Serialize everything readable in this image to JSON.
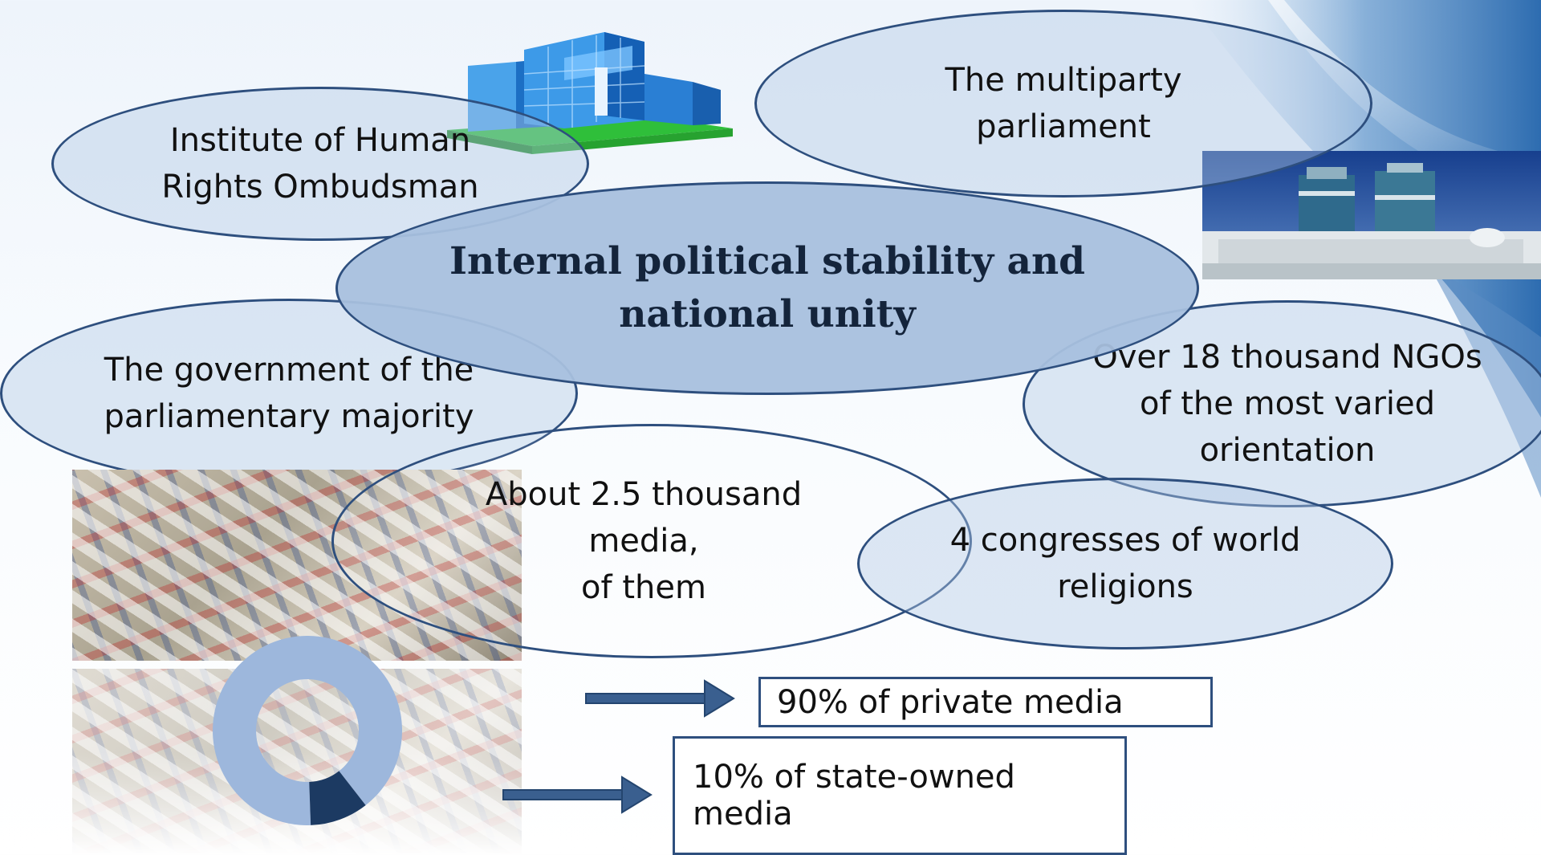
{
  "diagram": {
    "central": "Internal political stability and\nnational unity",
    "nodes": {
      "ombudsman": "Institute of Human\nRights Ombudsman",
      "parliament": "The multiparty\nparliament",
      "government": "The government of the\nparliamentary majority",
      "ngos": "Over 18 thousand NGOs\nof the most varied\norientation",
      "media": "About 2.5 thousand\nmedia,\nof them",
      "religions": "4 congresses of world\nreligions"
    },
    "media_breakdown": {
      "private_label": "90% of private media",
      "state_label": "10% of state-owned media"
    }
  },
  "chart_data": {
    "type": "pie",
    "categories": [
      "Private media",
      "State-owned media"
    ],
    "values": [
      90,
      10
    ],
    "colors": [
      "#9db7dc",
      "#1c3a62"
    ],
    "title": "",
    "style": "donut"
  },
  "icons": {
    "building": "office-building-icon",
    "parliament_photo": "parliament-building-photo",
    "newspapers": "newspapers-photo"
  },
  "colors": {
    "ellipse_border": "#2e4f7e",
    "central_fill": "#a8c0de",
    "arrow": "#3a5f8f"
  }
}
